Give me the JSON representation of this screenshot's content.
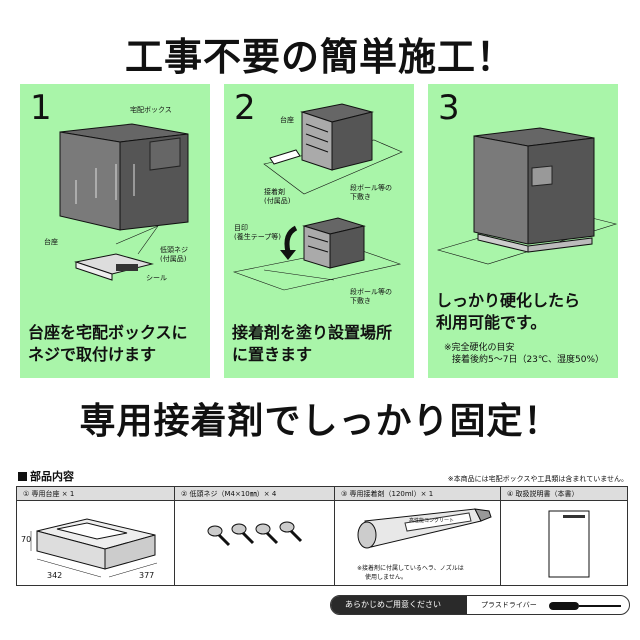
{
  "headline_top": "工事不要の簡単施工！",
  "headline_bottom": "専用接着剤でしっかり固定！",
  "steps": [
    {
      "number": "1",
      "caption_line1": "台座を宅配ボックスに",
      "caption_line2": "ネジで取付けます",
      "labels": {
        "box": "宅配ボックス",
        "base": "台座",
        "screw_line1": "低頭ネジ",
        "screw_line2": "(付属品)",
        "seal": "シール"
      }
    },
    {
      "number": "2",
      "caption_line1": "接着剤を塗り設置場所",
      "caption_line2": "に置きます",
      "labels": {
        "base": "台座",
        "adhesive_line1": "接着剤",
        "adhesive_line2": "(付属品)",
        "cardboard1_line1": "段ボール等の",
        "cardboard1_line2": "下敷き",
        "mark_line1": "目印",
        "mark_line2": "(養生テープ等)",
        "cardboard2_line1": "段ボール等の",
        "cardboard2_line2": "下敷き"
      }
    },
    {
      "number": "3",
      "caption_line1": "しっかり硬化したら",
      "caption_line2": "利用可能です。",
      "note_line1": "※完全硬化の目安",
      "note_line2": "接着後約5～7日（23℃、湿度50%）"
    }
  ],
  "parts_section": {
    "title": "部品内容",
    "disclaimer": "※本商品には宅配ボックスや工具類は含まれていません。",
    "items": [
      {
        "header": "① 専用台座 × 1",
        "dims": {
          "height": "70",
          "width": "342",
          "depth": "377"
        }
      },
      {
        "header": "② 低頭ネジ（M4×10㎜）× 4"
      },
      {
        "header": "③ 専用接着剤（120ml）× 1",
        "tube_label": "高性能コンクリート",
        "note_line1": "※接着剤に付属しているヘラ、ノズルは",
        "note_line2": "使用しません。"
      },
      {
        "header": "④ 取扱説明書（本書）"
      }
    ]
  },
  "footer": {
    "prepare_label": "あらかじめご用意ください",
    "tool_label": "プラスドライバー"
  }
}
